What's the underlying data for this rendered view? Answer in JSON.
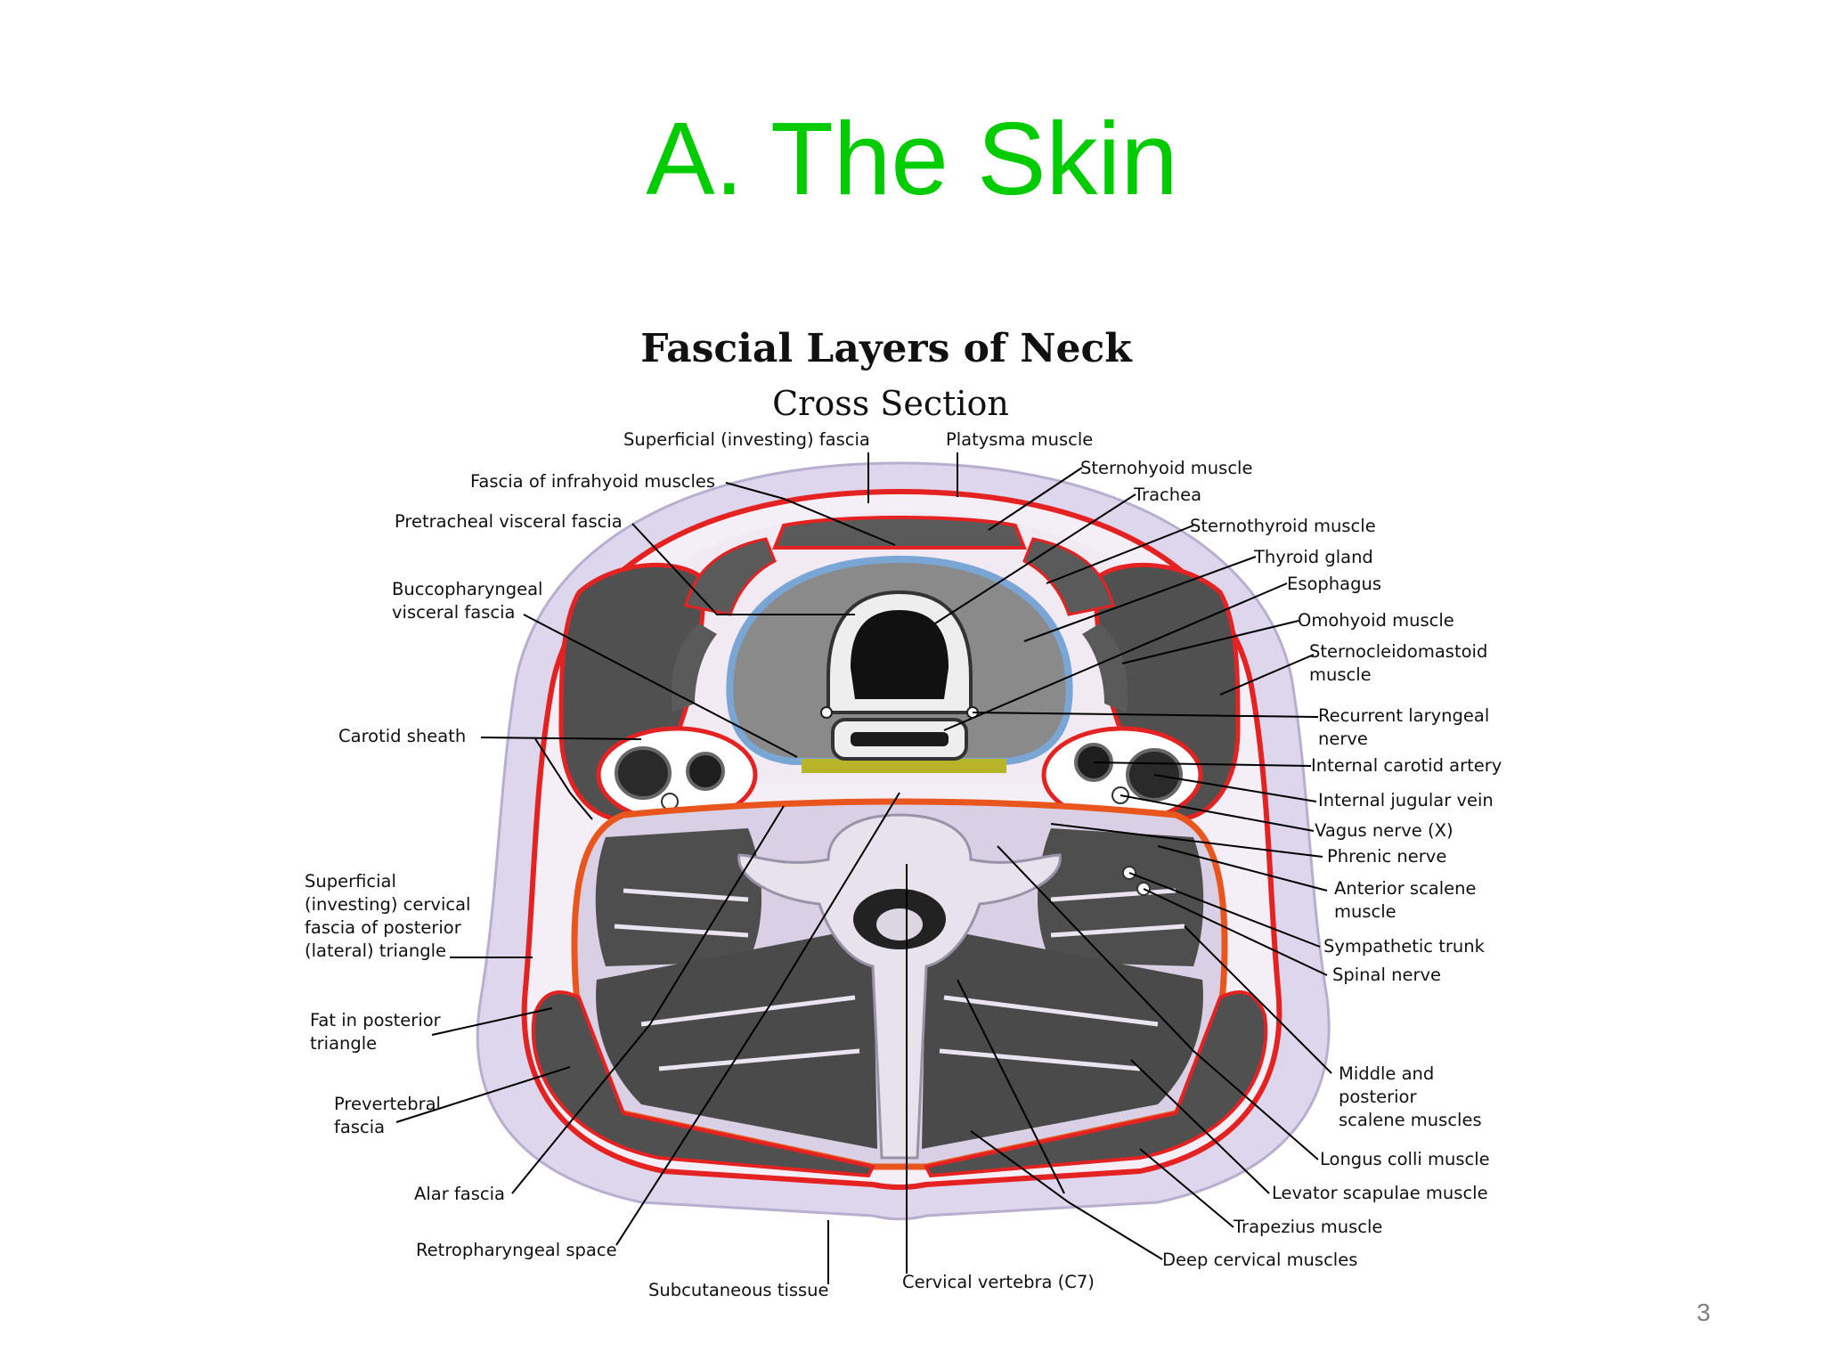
{
  "slide": {
    "title": "A.  The Skin",
    "page_number": "3"
  },
  "figure": {
    "title": "Fascial Layers of Neck",
    "subtitle": "Cross Section",
    "colors": {
      "investing_fascia": "#e52222",
      "prevertebral_fascia": "#e8561e",
      "pretracheal_fascia": "#7aa6d6",
      "buccopharyngeal_fascia": "#b8b42a",
      "muscle": "#4e4e4e",
      "skin": "#ddd6ec"
    },
    "labels": {
      "superficial_investing_fascia": "Superficial (investing) fascia",
      "platysma": "Platysma muscle",
      "fascia_infrahyoid": "Fascia of infrahyoid muscles",
      "sternohyoid": "Sternohyoid muscle",
      "trachea": "Trachea",
      "pretracheal": "Pretracheal visceral fascia",
      "sternothyroid": "Sternothyroid muscle",
      "thyroid": "Thyroid gland",
      "esophagus": "Esophagus",
      "bucco_1": "Buccopharyngeal",
      "bucco_2": "visceral fascia",
      "omohyoid": "Omohyoid muscle",
      "scm_1": "Sternocleidomastoid",
      "scm_2": "muscle",
      "recurrent_1": "Recurrent laryngeal",
      "recurrent_2": "nerve",
      "carotid_sheath": "Carotid sheath",
      "int_carotid": "Internal carotid artery",
      "int_jugular": "Internal jugular vein",
      "vagus": "Vagus nerve (X)",
      "phrenic": "Phrenic nerve",
      "ant_scalene_1": "Anterior scalene",
      "ant_scalene_2": "muscle",
      "sup_cerv_1": "Superficial",
      "sup_cerv_2": "(investing) cervical",
      "sup_cerv_3": "fascia of posterior",
      "sup_cerv_4": "(lateral) triangle",
      "sympathetic": "Sympathetic trunk",
      "spinal_nerve": "Spinal nerve",
      "fat_1": "Fat in posterior",
      "fat_2": "triangle",
      "middle_1": "Middle and",
      "middle_2": "posterior",
      "middle_3": "scalene muscles",
      "prevert_1": "Prevertebral",
      "prevert_2": "fascia",
      "longus": "Longus colli muscle",
      "alar": "Alar fascia",
      "levator": "Levator scapulae muscle",
      "trapezius": "Trapezius muscle",
      "retro": "Retropharyngeal space",
      "deep_cervical": "Deep cervical muscles",
      "subcut": "Subcutaneous tissue",
      "cervical_vertebra": "Cervical vertebra (C7)"
    }
  }
}
